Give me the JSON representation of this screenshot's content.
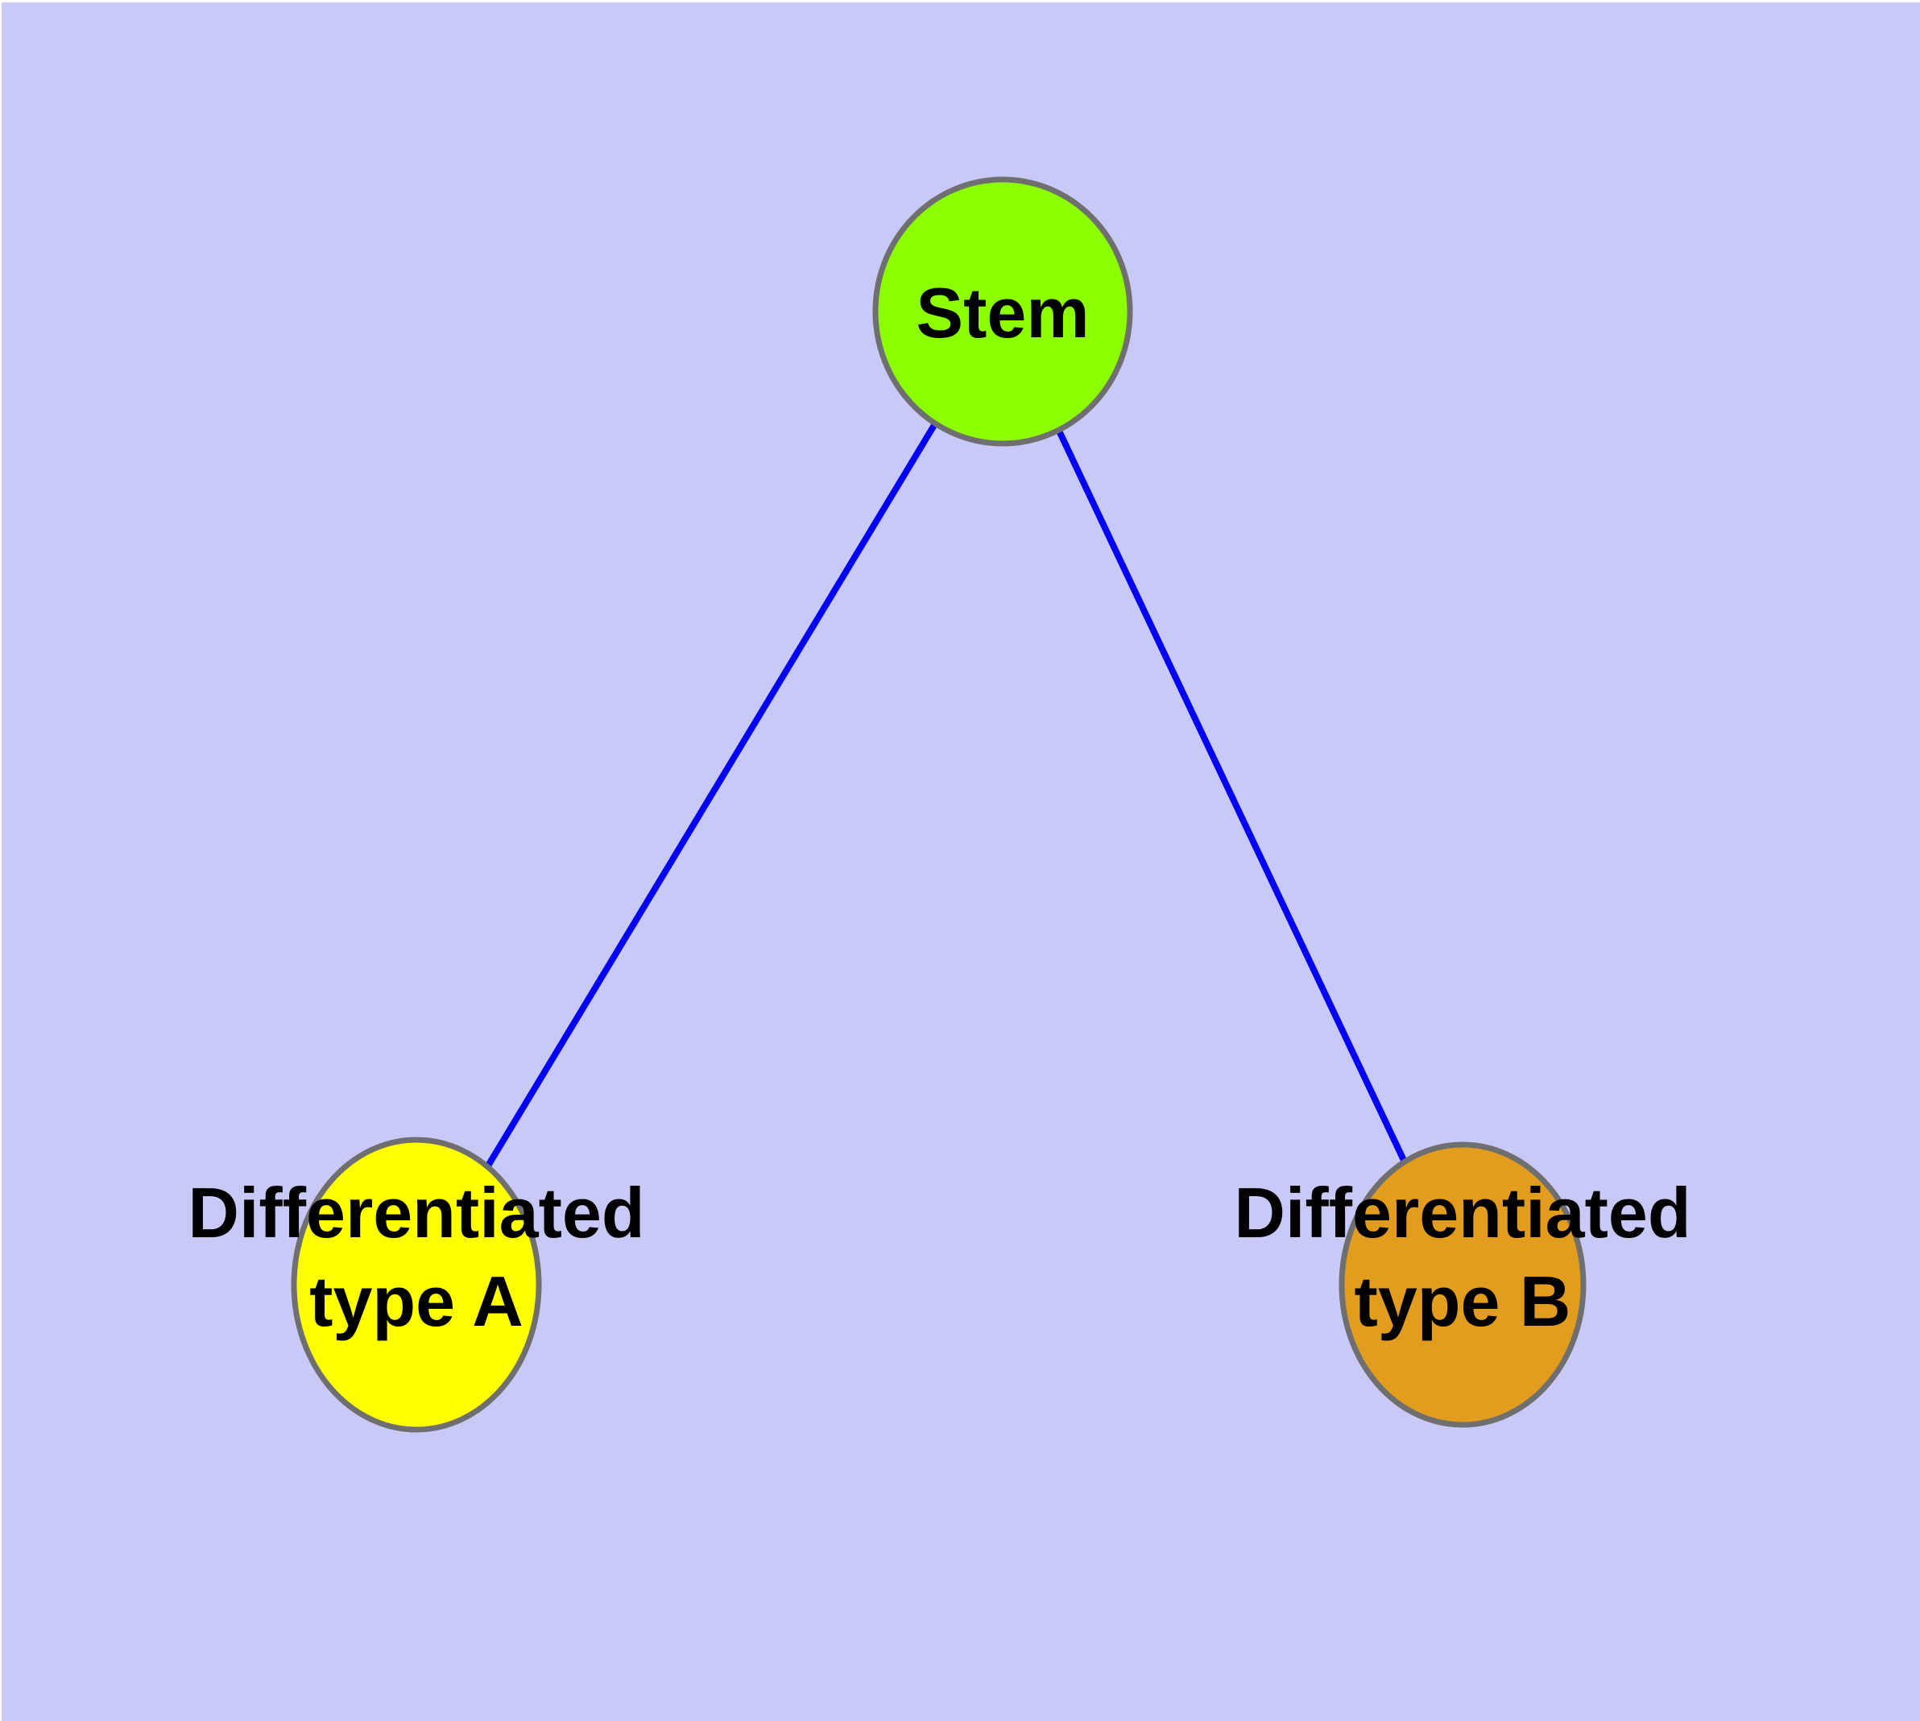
{
  "figure": {
    "type": "node-link-diagram",
    "description": "Stem cell differentiation graph: a stem node connected to two differentiated cell-type nodes"
  },
  "theme": {
    "page_margin_color": "#ffffff",
    "background_color": "#c9c9f8",
    "edge_color": "#0202f2",
    "node_border_color": "#6f6f6f",
    "text_color": "#000000"
  },
  "nodes": {
    "stem": {
      "label": "Stem",
      "color": "#8cff00"
    },
    "type_a": {
      "label_line1": "Differentiated",
      "label_line2": "type A",
      "color": "#ffff00"
    },
    "type_b": {
      "label_line1": "Differentiated",
      "label_line2": "type B",
      "color": "#e39d1e"
    }
  },
  "edges": [
    {
      "from": "Stem",
      "to": "Differentiated type A"
    },
    {
      "from": "Stem",
      "to": "Differentiated type B"
    }
  ]
}
